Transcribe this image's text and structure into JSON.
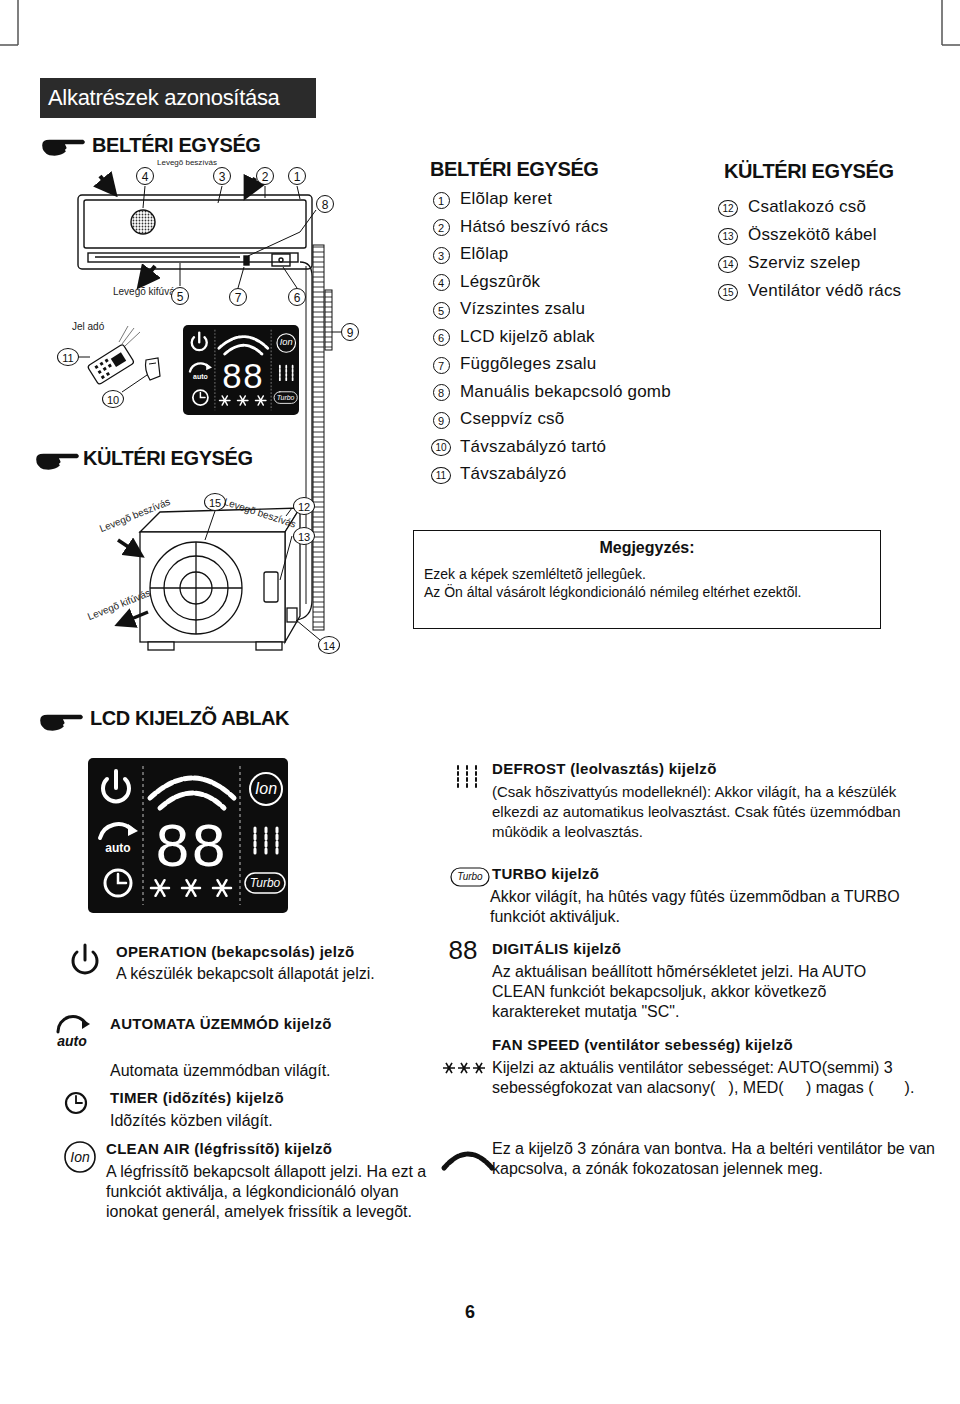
{
  "diagram": {
    "title": "Alkatrészek azonosítása",
    "nodes": [
      {
        "text": [
          "Ion",
          "auto",
          "88",
          "Turbo"
        ]
      },
      {
        "text": [
          "Megjegyzés:",
          "Ezek a képek szemléltetõ jellegûek.",
          "Az Ön által vásárolt légkondicionáló némileg eltérhet ezektõl."
        ]
      },
      {
        "text": [
          "Ion",
          "auto",
          "88",
          "Turbo"
        ]
      }
    ],
    "labels": [
      "BELTÉRI EGYSÉG",
      "Levegõ beszívás",
      "4",
      "3",
      "2",
      "1",
      "8",
      "Levegõ kifúvás",
      "5",
      "7",
      "6",
      "9",
      "Jel adó",
      "11",
      "10",
      "KÜLTÉRI EGYSÉG",
      "Levegõ beszívás",
      "15",
      "Levegõ beszívás",
      "12",
      "13",
      "Levegõ kifúvás",
      "14",
      "BELTÉRI EGYSÉG",
      "1",
      "Elõlap keret",
      "2",
      "Hátsó beszívó rács",
      "3",
      "Elõlap",
      "4",
      "Légszûrõk",
      "5",
      "Vízszintes zsalu",
      "6",
      "LCD kijelzõ ablak",
      "7",
      "Függõleges zsalu",
      "8",
      "Manuális bekapcsoló gomb",
      "9",
      "Cseppvíz csõ",
      "10",
      "Távszabályzó tartó",
      "11",
      "Távszabályzó",
      "KÜLTÉRI EGYSÉG",
      "12",
      "Csatlakozó csõ",
      "13",
      "Összekötõ kábel",
      "14",
      "Szerviz szelep",
      "15",
      "Ventilátor védõ rács",
      "LCD KIJELZÕ ABLAK",
      "DEFROST (leolvasztás) kijelzõ",
      "(Csak hõszivattyús modelleknél): Akkor világít, ha a készülék elkezdi az automatikus leolvasztást. Csak fûtés üzemmódban mûködik a leolvasztás.",
      "Turbo",
      "TURBO kijelzõ",
      "Akkor világít, ha hûtés vagy fûtés üzemmõdban a TURBO funkciót aktiváljuk.",
      "88",
      "DIGITÁLIS kijelzõ",
      "Az aktuálisan beállított hõmérsékletet jelzi. Ha AUTO CLEAN funkciót bekapcsoljuk, akkor következõ karaktereket mutatja \"SC\".",
      "FAN SPEED (ventilátor sebesség) kijelzõ",
      "Kijelzi az aktuális ventilátor sebességet: AUTO(semmi) 3 sebességfokozat van alacsony(   ), MED(     ) magas (       ).",
      "Ez a kijelzõ 3 zónára van bontva. Ha a beltéri ventilátor be van kapcsolva, a zónák fokozatosan jelennek meg.",
      "OPERATION (bekapcsolás) jelzõ",
      "A készülék bekapcsolt állapotát jelzi.",
      "auto",
      "AUTOMATA ÜZEMMÓD kijelzõ",
      "Automata üzemmódban világít.",
      "TIMER (idõzítés) kijelzõ",
      "Idõzítés közben világít.",
      "Ion",
      "CLEAN AIR (légfrissítõ) kijelzõ",
      "A légfrissítõ bekapcsolt állapott jelzi. Ha ezt a funkciót aktiválja, a légkondicionáló olyan ionokat generál, amelyek frissítik a levegõt.",
      "6"
    ]
  }
}
